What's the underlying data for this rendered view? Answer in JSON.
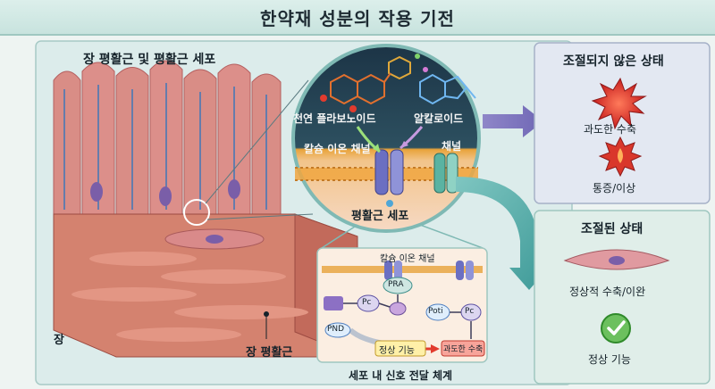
{
  "title": "한약재 성분의 작용 기전",
  "left_panel": {
    "heading": "장 평활근 및 평활근 세포",
    "label_intestine": "장",
    "label_muscle": "장 평활근"
  },
  "circle": {
    "flavonoid": "천연 플라보노이드",
    "alkaloid": "알칼로이드",
    "calcium_channel": "칼슘 이온 채널",
    "channel": "채널",
    "cell": "평활근 세포"
  },
  "signal_box": {
    "channel_label": "칼슘 이온 채널",
    "pc_left": "Pc",
    "pra": "PRA",
    "poti": "Poti",
    "pc_right": "Pc",
    "pnd": "PND",
    "normal": "정상 기능",
    "excess": "과도한 수축",
    "caption": "세포 내 신호 전달 체계"
  },
  "unregulated": {
    "title": "조절되지 않은 상태",
    "item1": "과도한 수축",
    "item2": "통증/이상"
  },
  "regulated": {
    "title": "조절된 상태",
    "item1": "정상적 수축/이완",
    "item2": "정상 기능"
  },
  "colors": {
    "accent": "#6aa9a3",
    "panel": "#dceceb",
    "right_panel": "#e3e8f2",
    "excess_red": "#e23b2e",
    "ok_green": "#4aa33e"
  }
}
